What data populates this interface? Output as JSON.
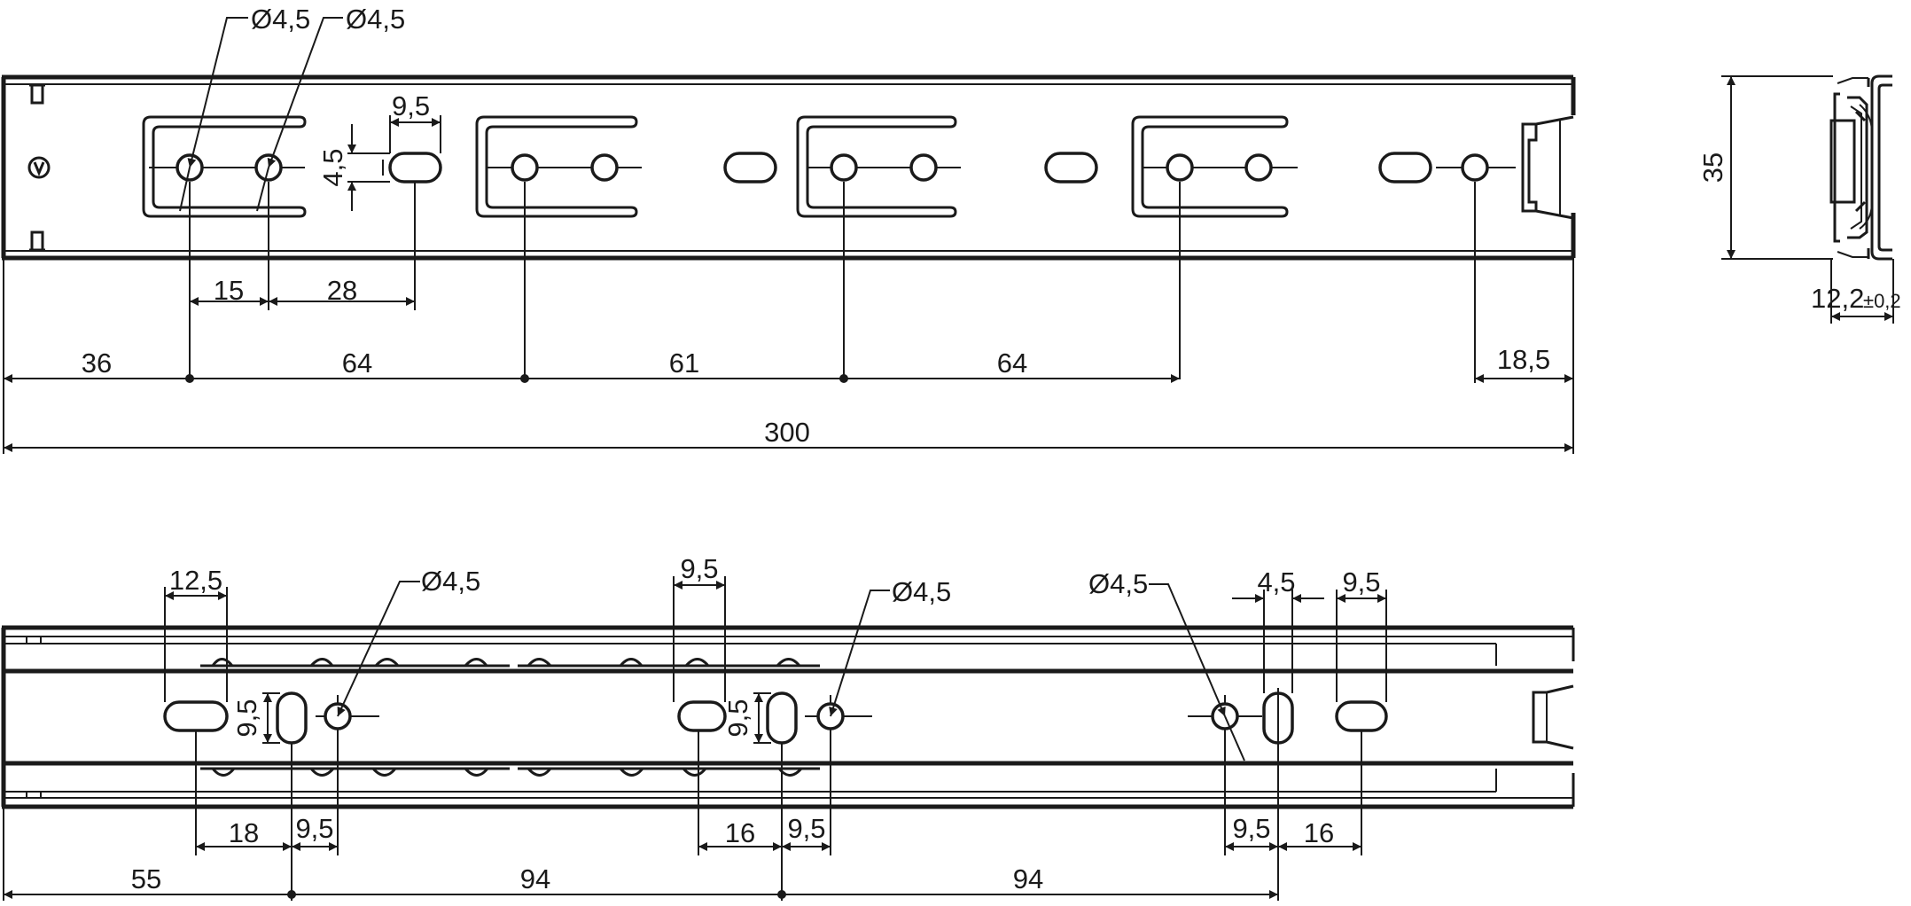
{
  "colors": {
    "line": "#1a1a1a",
    "paper": "#ffffff"
  },
  "top_view": {
    "hole_labels": [
      "Ø4,5",
      "Ø4,5"
    ],
    "slot_width": "9,5",
    "slot_height": "4,5",
    "spacing_15": "15",
    "spacing_28": "28",
    "chain": [
      "36",
      "64",
      "61",
      "64"
    ],
    "end_offset": "18,5",
    "overall_length": "300"
  },
  "side_view": {
    "height": "35",
    "width_value": "12,2",
    "width_tolerance": "±0,2"
  },
  "bottom_view": {
    "top_labels": [
      "12,5",
      "Ø4,5",
      "9,5",
      "Ø4,5",
      "Ø4,5",
      "4,5",
      "9,5"
    ],
    "vertical_labels": [
      "9,5",
      "9,5"
    ],
    "lower_labels": [
      "18",
      "9,5",
      "16",
      "9,5",
      "9,5",
      "16"
    ],
    "chain": [
      "55",
      "94",
      "94"
    ]
  }
}
